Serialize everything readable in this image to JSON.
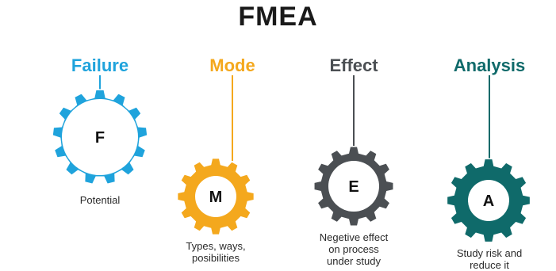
{
  "title": "FMEA",
  "colors": {
    "failure": "#1fa3dc",
    "mode": "#f4a81d",
    "effect": "#4b4f53",
    "analysis": "#0f6a6a"
  },
  "steps": [
    {
      "heading": "Failure",
      "letter": "F",
      "description": [
        "Potential"
      ],
      "color_key": "failure"
    },
    {
      "heading": "Mode",
      "letter": "M",
      "description": [
        "Types, ways,",
        "posibilities"
      ],
      "color_key": "mode"
    },
    {
      "heading": "Effect",
      "letter": "E",
      "description": [
        "Negetive effect",
        "on process",
        "under study"
      ],
      "color_key": "effect"
    },
    {
      "heading": "Analysis",
      "letter": "A",
      "description": [
        "Study risk and",
        "reduce it"
      ],
      "color_key": "analysis"
    }
  ]
}
